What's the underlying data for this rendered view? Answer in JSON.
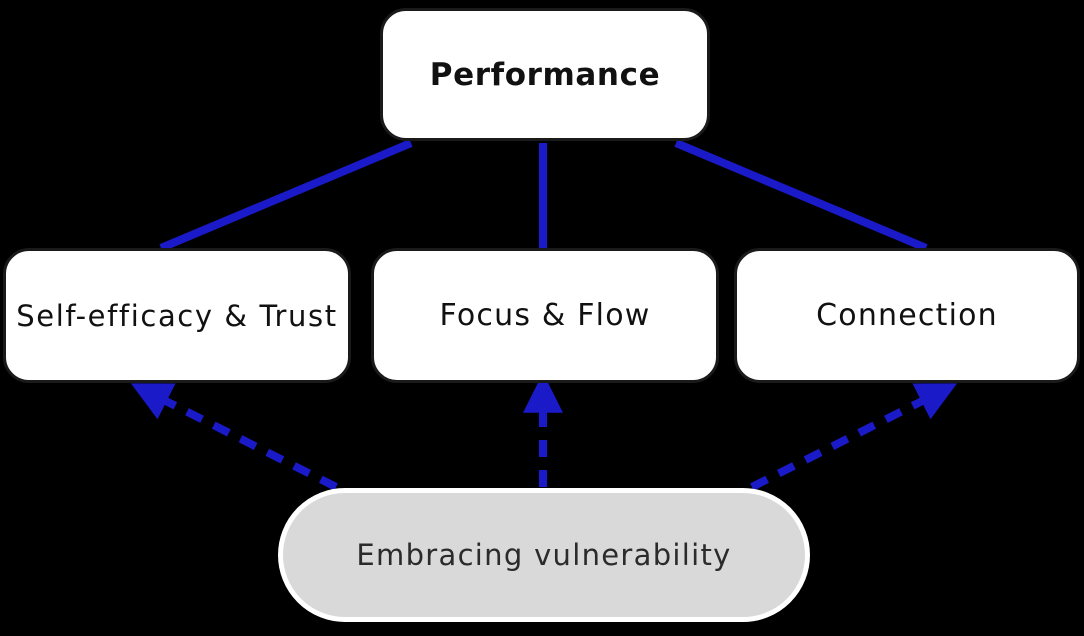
{
  "diagram": {
    "title_node": {
      "id": "performance",
      "label": "Performance"
    },
    "middle_nodes": [
      {
        "id": "self-efficacy-trust",
        "label": "Self-efficacy & Trust"
      },
      {
        "id": "focus-flow",
        "label": "Focus & Flow"
      },
      {
        "id": "connection",
        "label": "Connection"
      }
    ],
    "bottom_node": {
      "id": "embracing-vulnerability",
      "label": "Embracing vulnerability"
    },
    "colors": {
      "background": "#000000",
      "node_fill": "#FFFFFF",
      "node_border": "#1A1A1A",
      "node_text": "#111111",
      "bottom_fill": "#D9D9D9",
      "bottom_border": "#FFFFFF",
      "bottom_text": "#2B2B2B",
      "edge_solid": "#1A1AC8",
      "edge_dashed": "#1A1AC8"
    },
    "edges": {
      "solid": [
        {
          "from": "performance",
          "to": "self-efficacy-trust",
          "style": "solid",
          "arrow": false
        },
        {
          "from": "performance",
          "to": "focus-flow",
          "style": "solid",
          "arrow": false
        },
        {
          "from": "performance",
          "to": "connection",
          "style": "solid",
          "arrow": false
        }
      ],
      "dashed": [
        {
          "from": "embracing-vulnerability",
          "to": "self-efficacy-trust",
          "style": "dashed",
          "arrow": true
        },
        {
          "from": "embracing-vulnerability",
          "to": "focus-flow",
          "style": "dashed",
          "arrow": true
        },
        {
          "from": "embracing-vulnerability",
          "to": "connection",
          "style": "dashed",
          "arrow": true
        }
      ]
    }
  }
}
